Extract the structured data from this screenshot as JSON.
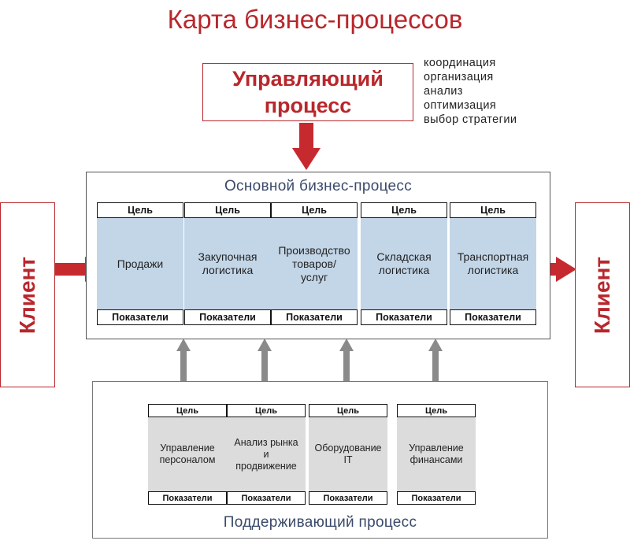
{
  "title": "Карта бизнес-процессов",
  "management": {
    "label": "Управляющий\nпроцесс",
    "items": [
      "координация",
      "организация",
      "анализ",
      "оптимизация",
      "выбор стратегии"
    ]
  },
  "main": {
    "title": "Основной бизнес-процесс",
    "goal_label": "Цель",
    "kpi_label": "Показатели",
    "processes": [
      "Продажи",
      "Закупочная\nлогистика",
      "Производство\nтоваров/\nуслуг",
      "Складская\nлогистика",
      "Транспортная\nлогистика"
    ]
  },
  "support": {
    "title": "Поддерживающий процесс",
    "goal_label": "Цель",
    "kpi_label": "Показатели",
    "processes": [
      "Управление\nперсоналом",
      "Анализ рынка\nи\nпродвижение",
      "Оборудование\nIT",
      "Управление\nфинансами"
    ]
  },
  "client": {
    "left": "Клиент",
    "right": "Клиент"
  },
  "colors": {
    "accent_red": "#b8272c",
    "main_fill": "#c3d6e8",
    "support_fill": "#dcdcdc",
    "grey_arrow": "#8a8a8a",
    "title_blue": "#3a4a6a"
  }
}
